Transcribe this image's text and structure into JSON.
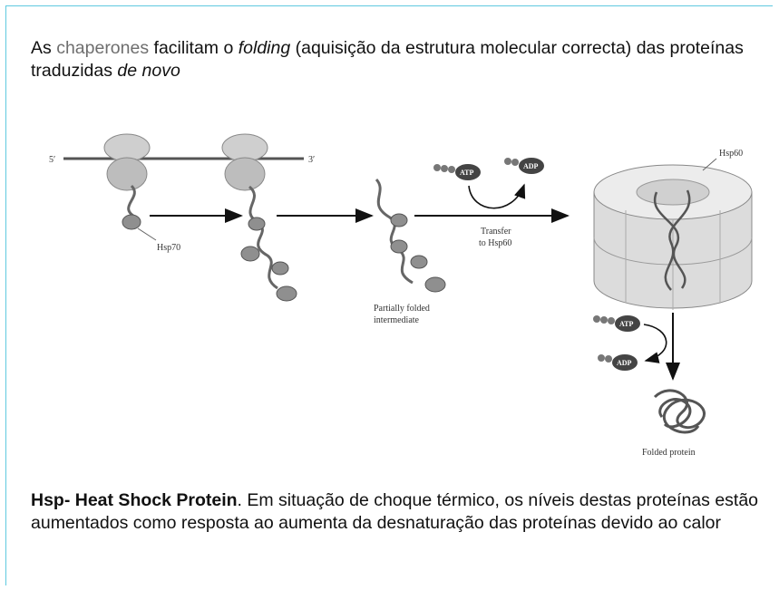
{
  "heading": {
    "part1": "As ",
    "highlight": "chaperones",
    "part2": " facilitam o ",
    "italic1": "folding",
    "part3": " (aquisição da estrutura molecular correcta) das proteínas traduzidas ",
    "italic2": "de novo"
  },
  "diagram": {
    "mrna_5": "5′",
    "mrna_3": "3′",
    "hsp70": "Hsp70",
    "atp": "ATP",
    "adp": "ADP",
    "transfer_line1": "Transfer",
    "transfer_line2": "to Hsp60",
    "hsp60": "Hsp60",
    "partial_line1": "Partially folded",
    "partial_line2": "intermediate",
    "folded": "Folded protein"
  },
  "caption": {
    "bold": "Hsp- Heat Shock Protein",
    "rest": ". Em situação de choque térmico, os níveis destas proteínas estão aumentados como resposta ao aumenta da desnaturação das proteínas devido ao calor"
  },
  "colors": {
    "frame": "#5fc9e0",
    "accent_text": "#6e6e6e"
  }
}
